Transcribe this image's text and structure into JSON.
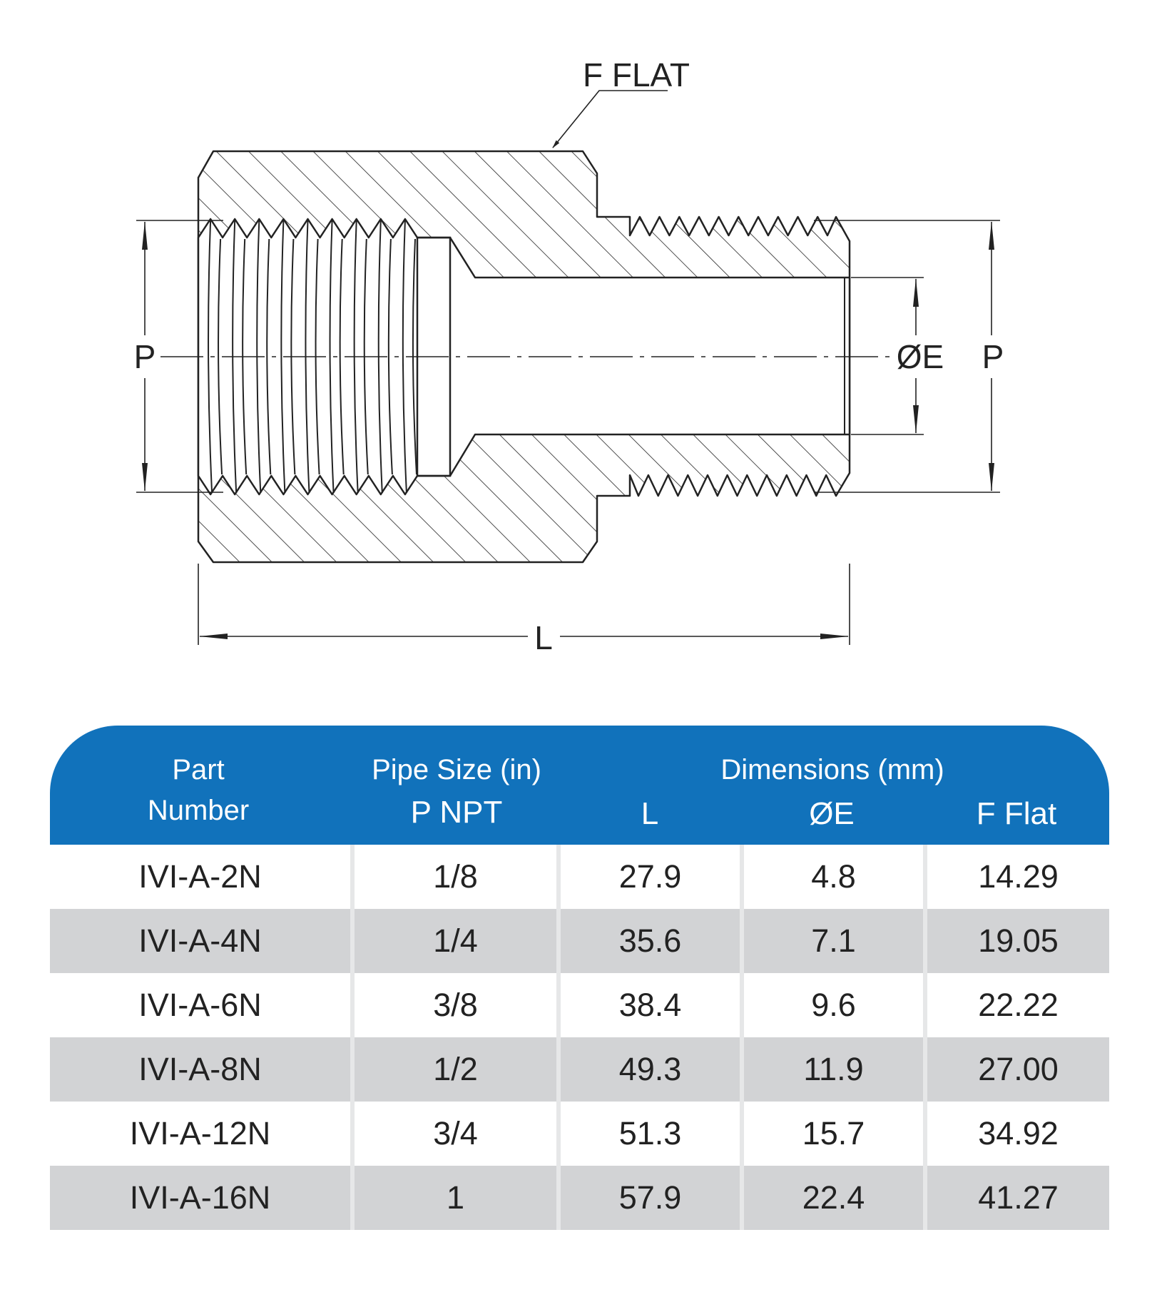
{
  "drawing": {
    "f_flat_label": "F FLAT",
    "p_left_label": "P",
    "p_right_label": "P",
    "e_label": "ØE",
    "l_label": "L"
  },
  "table": {
    "headers": {
      "part_line1": "Part",
      "part_line2": "Number",
      "pipe_line1": "Pipe Size (in)",
      "pipe_line2": "P NPT",
      "dims_group": "Dimensions (mm)",
      "l": "L",
      "e": "ØE",
      "f": "F Flat"
    },
    "rows": [
      {
        "part": "IVI-A-2N",
        "p": "1/8",
        "l": "27.9",
        "e": "4.8",
        "f": "14.29"
      },
      {
        "part": "IVI-A-4N",
        "p": "1/4",
        "l": "35.6",
        "e": "7.1",
        "f": "19.05"
      },
      {
        "part": "IVI-A-6N",
        "p": "3/8",
        "l": "38.4",
        "e": "9.6",
        "f": "22.22"
      },
      {
        "part": "IVI-A-8N",
        "p": "1/2",
        "l": "49.3",
        "e": "11.9",
        "f": "27.00"
      },
      {
        "part": "IVI-A-12N",
        "p": "3/4",
        "l": "51.3",
        "e": "15.7",
        "f": "34.92"
      },
      {
        "part": "IVI-A-16N",
        "p": "1",
        "l": "57.9",
        "e": "22.4",
        "f": "41.27"
      }
    ],
    "colors": {
      "header": "#1172bb",
      "stripe": "#d2d3d5"
    }
  }
}
